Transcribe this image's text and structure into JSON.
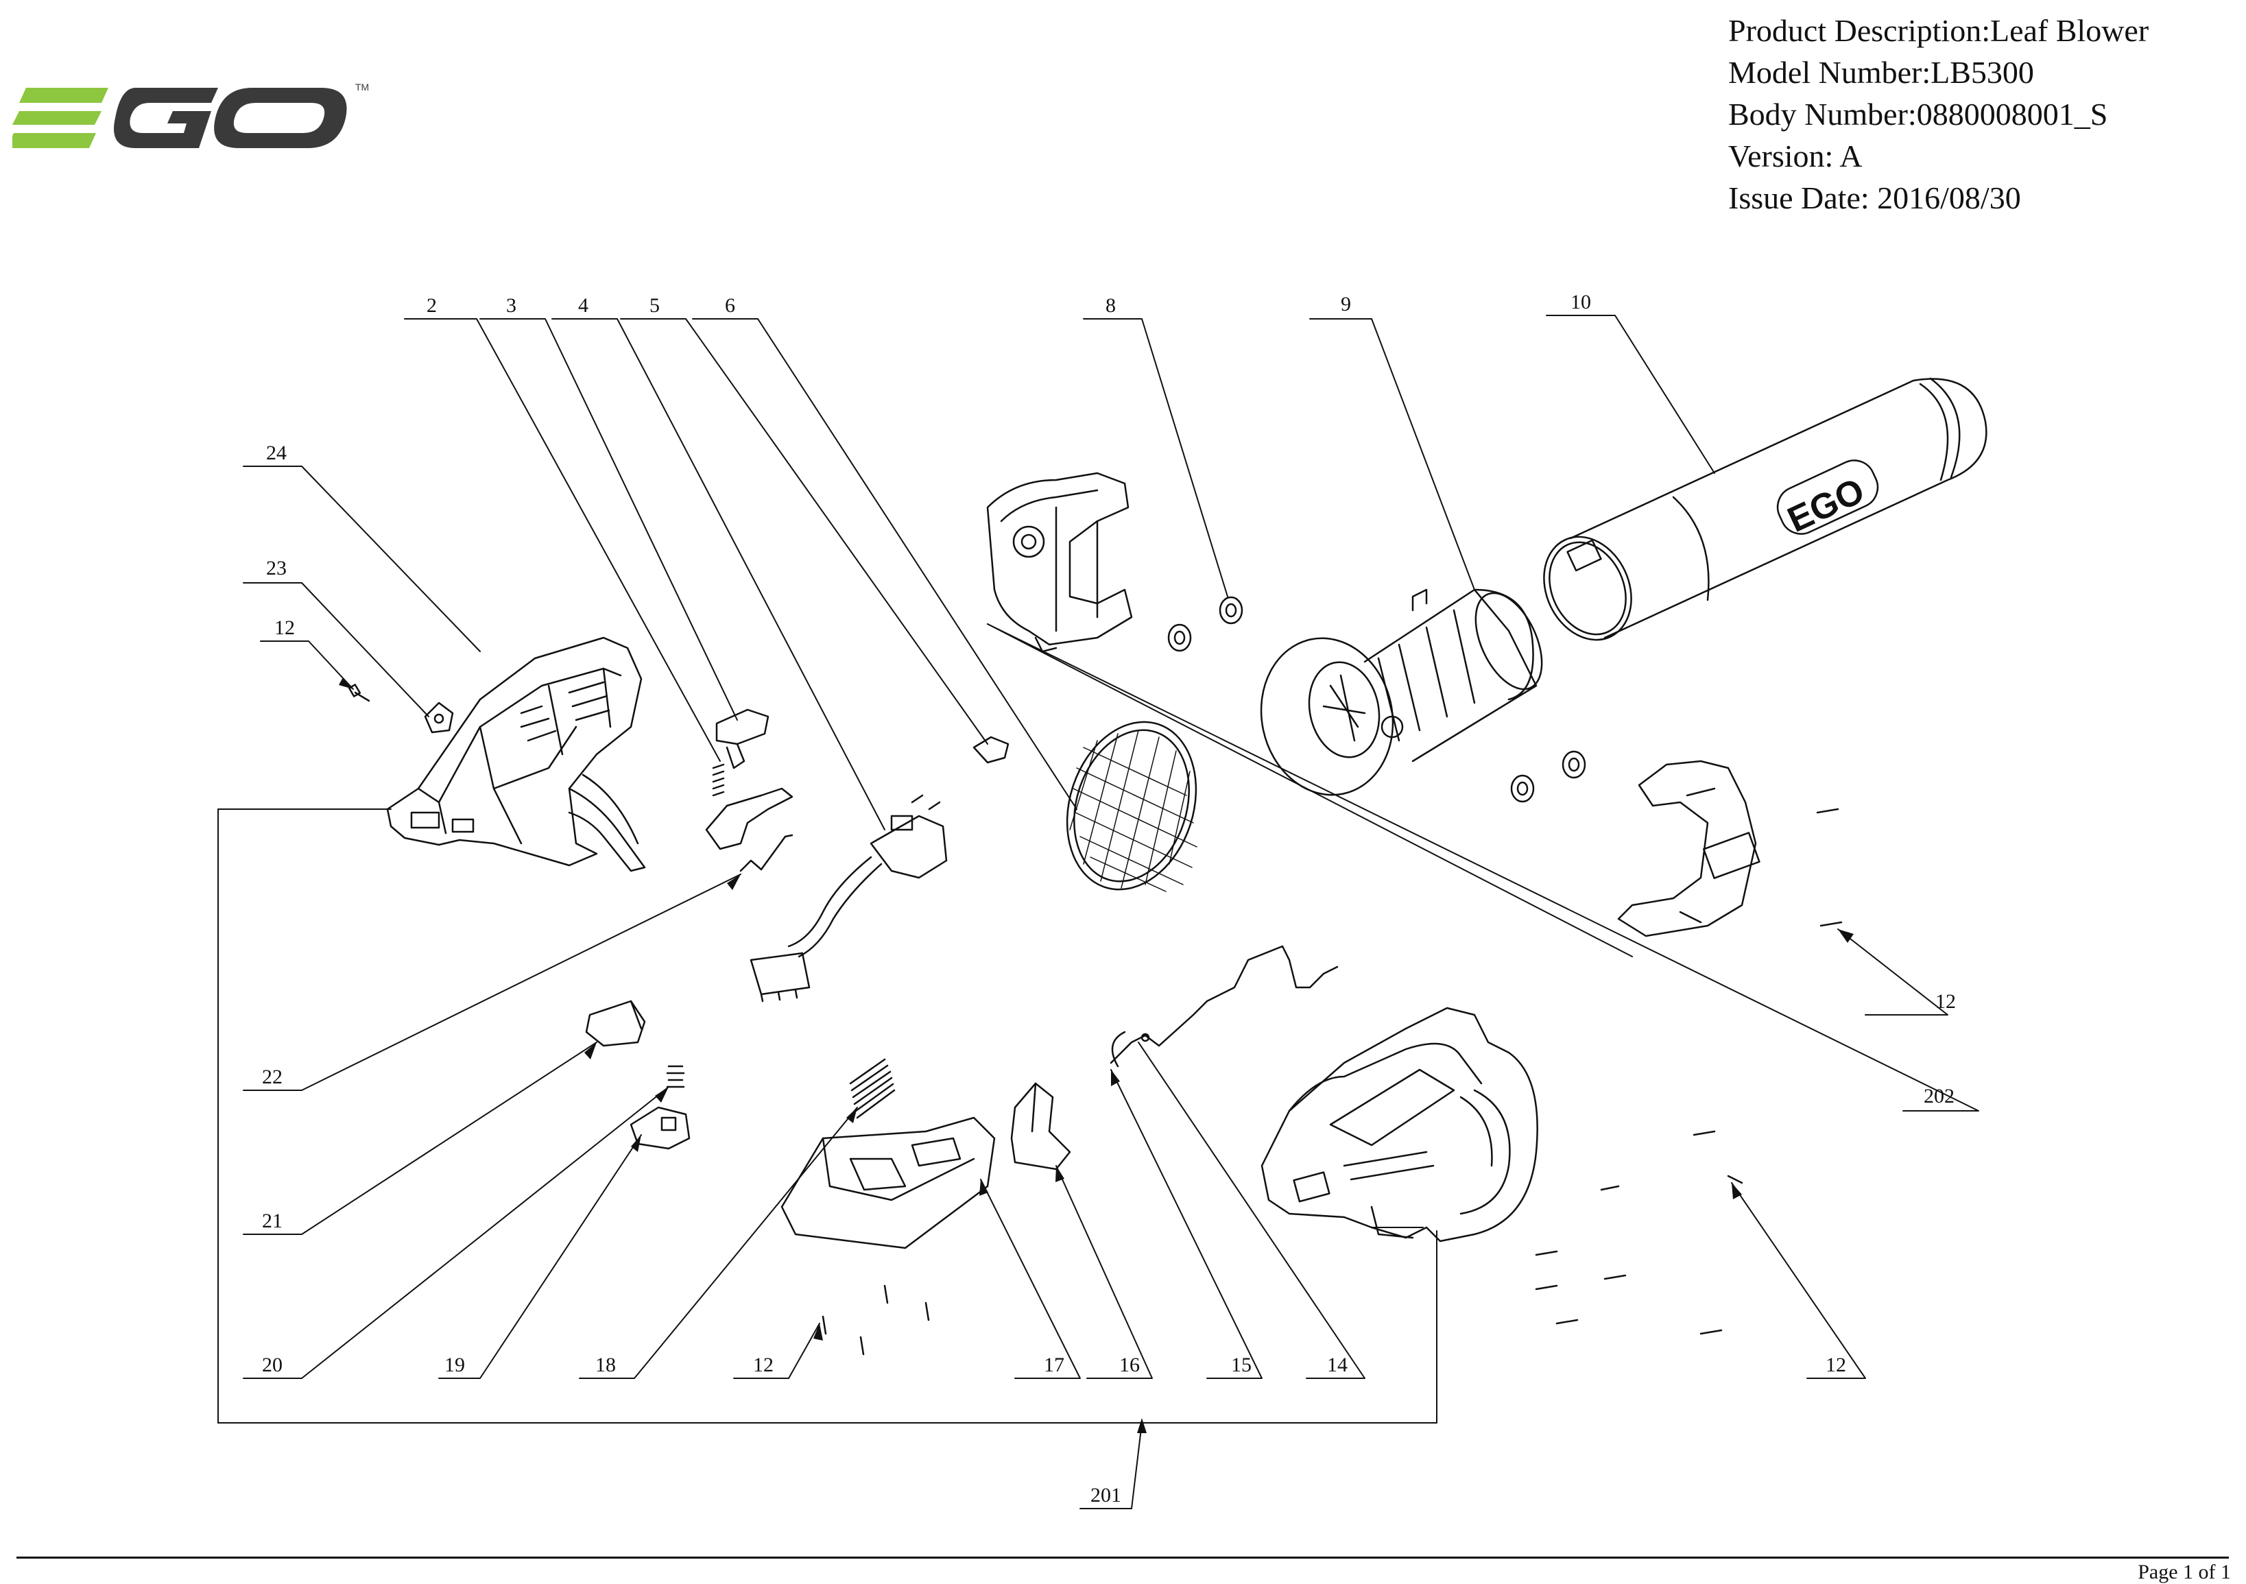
{
  "brand": {
    "logo_text": "EGO",
    "trademark": "TM",
    "green": "#8dc63f",
    "dark": "#3a3a3a"
  },
  "info": {
    "description": "Product Description:Leaf Blower",
    "model": "Model Number:LB5300",
    "body": "Body Number:0880008001_S",
    "version": "Version: A",
    "issue_date": "Issue Date: 2016/08/30"
  },
  "callouts": {
    "c2": "2",
    "c3": "3",
    "c4": "4",
    "c5": "5",
    "c6": "6",
    "c8": "8",
    "c9": "9",
    "c10": "10",
    "c24": "24",
    "c23": "23",
    "c12a": "12",
    "c12b": "12",
    "c12c": "12",
    "c12d": "12",
    "c202": "202",
    "c22": "22",
    "c21": "21",
    "c20": "20",
    "c19": "19",
    "c18": "18",
    "c17": "17",
    "c16": "16",
    "c15": "15",
    "c14": "14",
    "c201": "201"
  },
  "tube_logo": "EGO",
  "footer": {
    "page": "Page 1 of 1"
  }
}
